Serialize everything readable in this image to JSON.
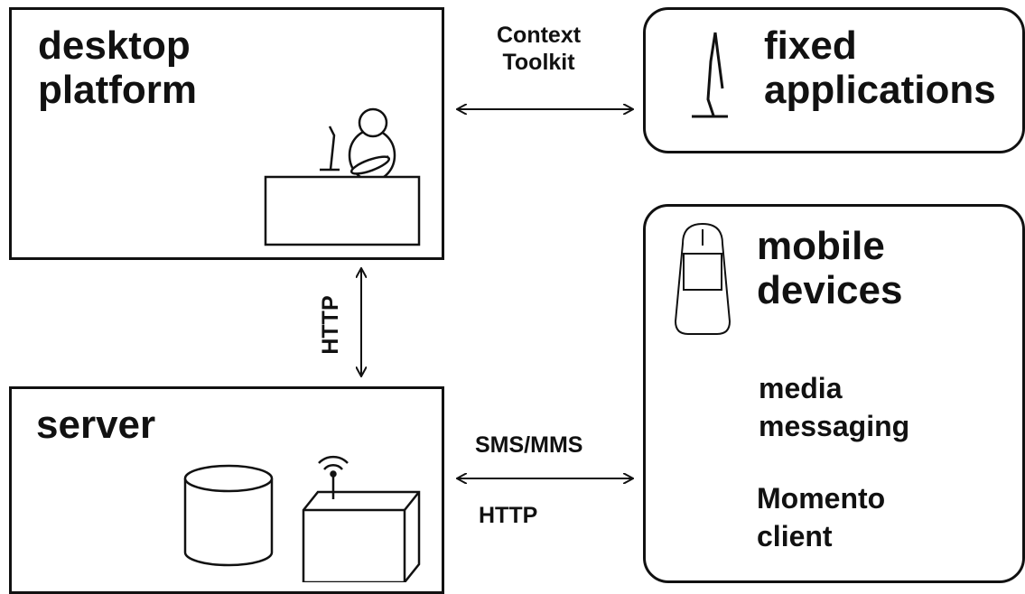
{
  "desktop": {
    "line1": "desktop",
    "line2": "platform"
  },
  "fixed": {
    "line1": "fixed",
    "line2": "applications"
  },
  "server": {
    "title": "server"
  },
  "mobile": {
    "line1": "mobile",
    "line2": "devices",
    "media1": "media",
    "media2": "messaging",
    "client1": "Momento",
    "client2": "client"
  },
  "connectors": {
    "context1": "Context",
    "context2": "Toolkit",
    "http_vertical": "HTTP",
    "sms": "SMS/MMS",
    "http_horizontal": "HTTP"
  },
  "icons": [
    "person-at-desk-icon",
    "fixed-display-icon",
    "database-icon",
    "antenna-device-icon",
    "mobile-phone-icon"
  ]
}
